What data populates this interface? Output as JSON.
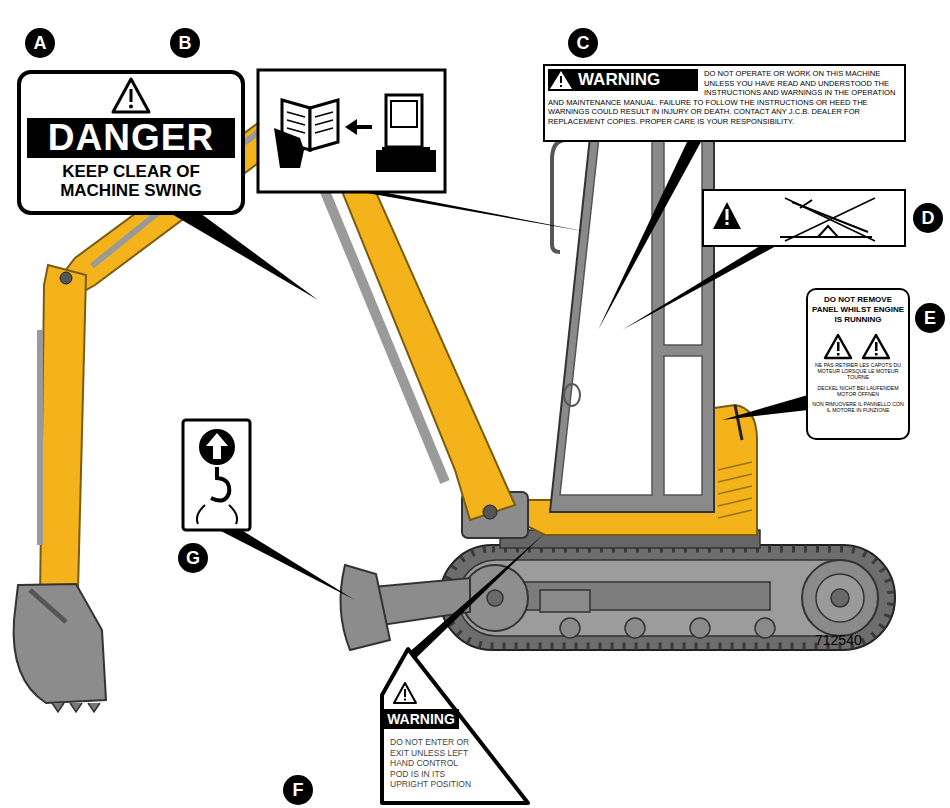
{
  "diagram": {
    "nodes": [
      {
        "text": [
          "DANGER",
          "KEEP CLEAR OF MACHINE SWING"
        ]
      },
      {
        "text": [
          "WARNING",
          "DO NOT OPERATE OR WORK ON THIS MACHINE UNLESS YOU HAVE READ AND UNDERSTOOD THE INSTRUCTIONS AND WARNINGS IN THE OPERATION AND MAINTENANCE MANUAL. FAILURE TO FOLLOW THE INSTRUCTIONS OR HEED THE WARNINGS COULD RESULT IN INJURY OR DEATH. CONTACT ANY J.C.B. DEALER FOR REPLACEMENT COPIES. PROPER CARE IS YOUR RESPONSIBILITY."
        ]
      },
      {
        "text": [
          "DO NOT REMOVE PANEL WHILST ENGINE IS RUNNING",
          "NE PAS RETIRER LES CAPOTS DU MOTEUR LORSQUE LE MOTEUR TOURNE",
          "DECKEL NICHT BEI LAUFENDEM MOTOR ÖFFNEN",
          "NON RIMUOVERE IL PANNELLO CON IL MOTORE IN FUNZIONE"
        ]
      },
      {
        "text": [
          "WARNING",
          "DO NOT ENTER OR EXIT UNLESS LEFT HAND CONTROL POD IS IN ITS UPRIGHT POSITION"
        ]
      }
    ],
    "labels": [
      "A",
      "B",
      "C",
      "D",
      "E",
      "F",
      "G",
      "712540"
    ]
  }
}
